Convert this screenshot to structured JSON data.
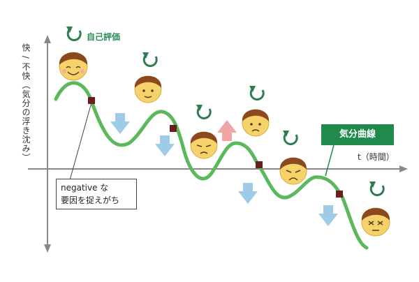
{
  "axis": {
    "y_label": "快 / 不快（気分の浮き沈み）",
    "x_label": "t（時間）"
  },
  "labels": {
    "self_evaluation": "自己評価",
    "mood_curve": "気分曲線"
  },
  "note": {
    "line1": "negative な",
    "line2": "要因を捉えがち"
  },
  "colors": {
    "curve": "#5cb85c",
    "marker": "#6b1e1e",
    "down_arrow": "#9ecbe8",
    "up_arrow": "#f2a5a5",
    "label_bg": "#1f8a4c",
    "cycle_arrow": "#2e7d4f",
    "face": "#f6d26b",
    "hair": "#8b4a1e"
  },
  "faces": [
    {
      "expression": "happy"
    },
    {
      "expression": "calm"
    },
    {
      "expression": "sad"
    },
    {
      "expression": "worried"
    },
    {
      "expression": "sad"
    },
    {
      "expression": "distressed"
    }
  ],
  "arrows": [
    {
      "direction": "down"
    },
    {
      "direction": "down"
    },
    {
      "direction": "up"
    },
    {
      "direction": "down"
    },
    {
      "direction": "down"
    }
  ]
}
